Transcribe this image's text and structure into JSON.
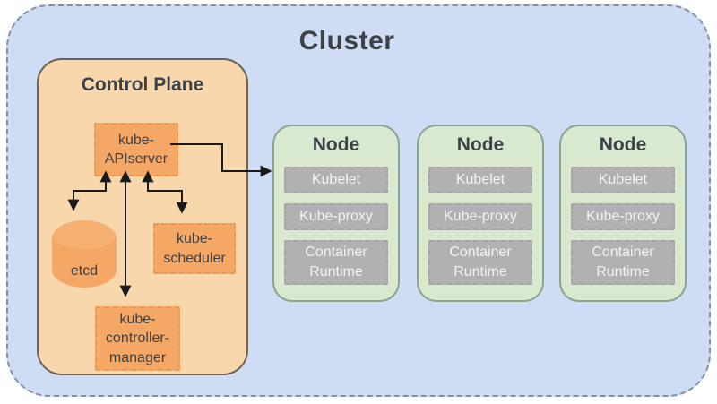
{
  "diagram": {
    "title": "Cluster",
    "control_plane": {
      "title": "Control Plane",
      "api_server": "kube-APIserver",
      "etcd": "etcd",
      "scheduler": "kube-scheduler",
      "controller_manager": "kube-controller-manager"
    },
    "nodes": [
      {
        "title": "Node",
        "components": [
          "Kubelet",
          "Kube-proxy",
          "Container Runtime"
        ]
      },
      {
        "title": "Node",
        "components": [
          "Kubelet",
          "Kube-proxy",
          "Container Runtime"
        ]
      },
      {
        "title": "Node",
        "components": [
          "Kubelet",
          "Kube-proxy",
          "Container Runtime"
        ]
      }
    ],
    "colors": {
      "cluster_fill": "#cedcf4",
      "cluster_border": "#8292a6",
      "control_plane_fill": "#f8d7ac",
      "control_plane_border": "#6d6254",
      "component_orange": "#f5a765",
      "node_fill": "#d8e9d0",
      "node_border": "#8fa18f",
      "component_gray": "#b1b1b1",
      "arrow": "#1a1a1a",
      "title_text": "#3d4247"
    }
  }
}
